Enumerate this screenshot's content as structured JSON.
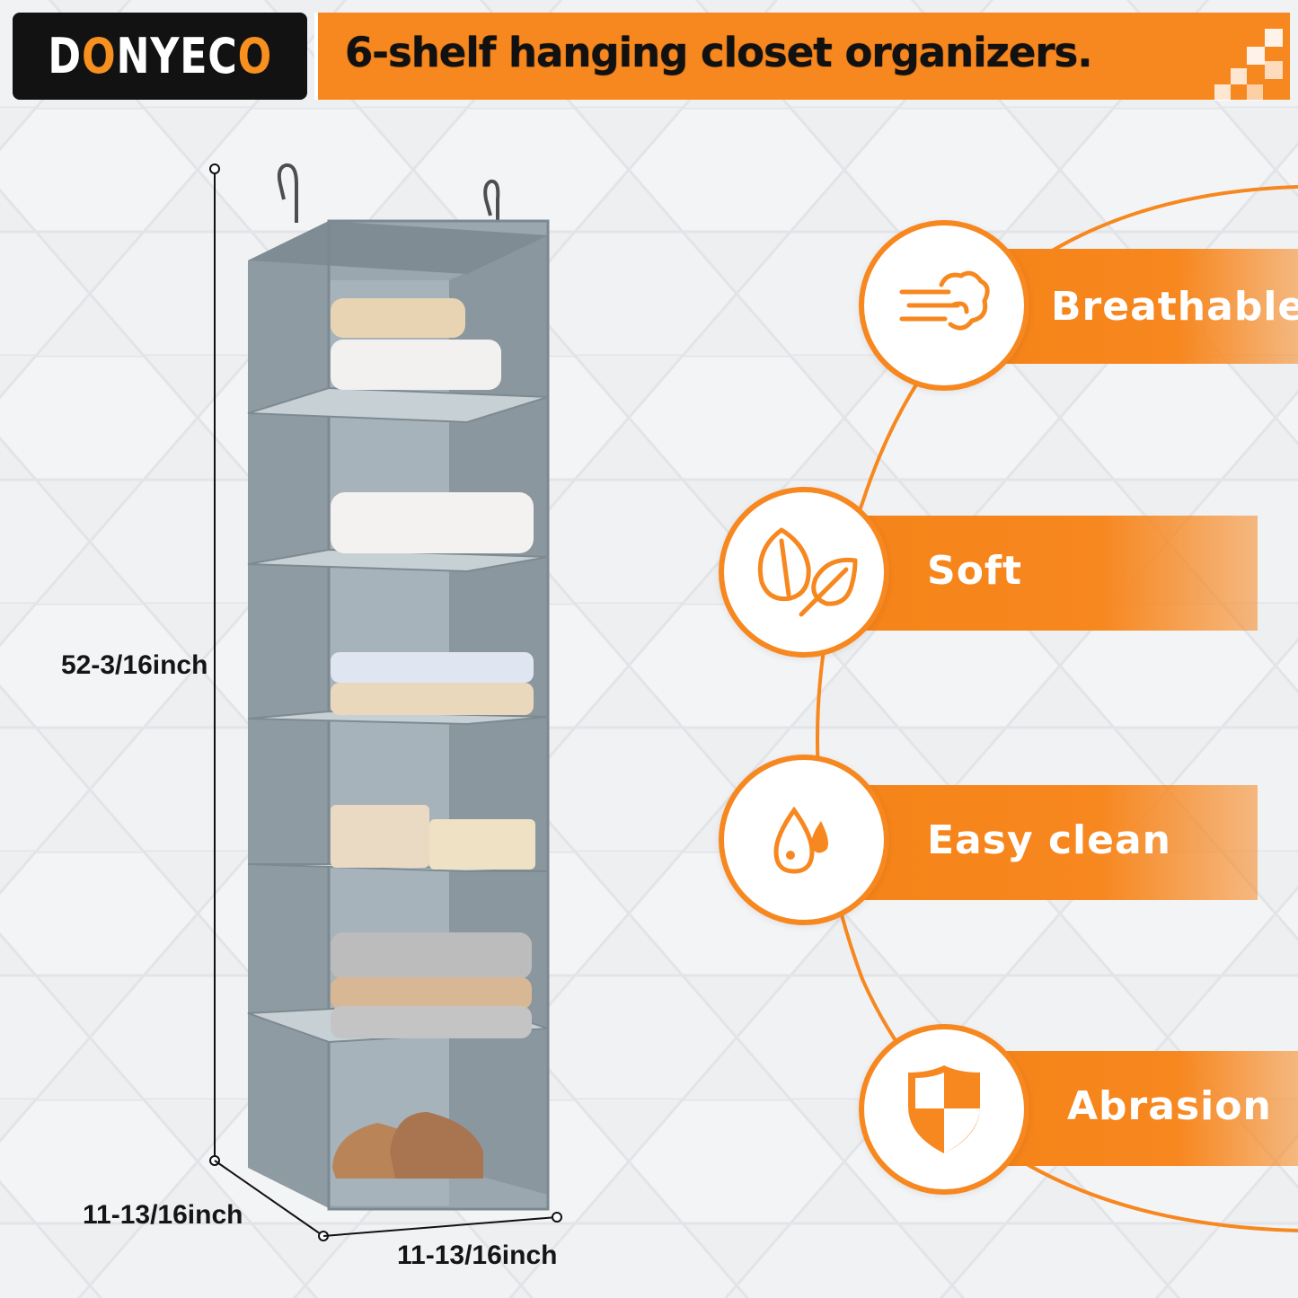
{
  "brand": {
    "name_part1": "D",
    "name_o1": "O",
    "name_part2": "NYE",
    "name_part3": "C",
    "name_o2": "O"
  },
  "title": "6-shelf hanging closet organizers.",
  "dimensions": {
    "height": "52-3/16inch",
    "depth": "11-13/16inch",
    "width": "11-13/16inch"
  },
  "features": [
    {
      "label": "Breathable",
      "icon": "wind-cloud-icon"
    },
    {
      "label": "Soft",
      "icon": "leaves-icon"
    },
    {
      "label": "Easy clean",
      "icon": "water-drops-icon"
    },
    {
      "label": "Abrasion",
      "icon": "shield-icon"
    }
  ],
  "colors": {
    "accent": "#f7871f",
    "brand_bg": "#121212",
    "organizer": "#8d9aa1"
  }
}
